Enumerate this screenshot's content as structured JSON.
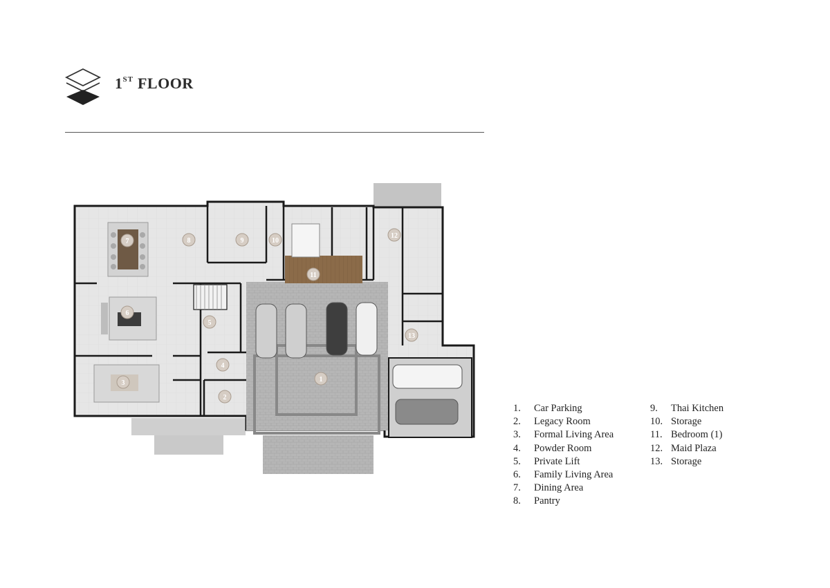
{
  "header": {
    "floor_number": "1",
    "floor_suffix": "ST",
    "floor_word": "FLOOR",
    "icon": "layers-icon"
  },
  "plan": {
    "markers": [
      "1",
      "2",
      "3",
      "4",
      "5",
      "6",
      "7",
      "8",
      "9",
      "10",
      "11",
      "12",
      "13"
    ]
  },
  "legend": {
    "column_1": [
      {
        "num": "1.",
        "label": "Car Parking"
      },
      {
        "num": "2.",
        "label": "Legacy Room"
      },
      {
        "num": "3.",
        "label": "Formal Living Area"
      },
      {
        "num": "4.",
        "label": "Powder Room"
      },
      {
        "num": "5.",
        "label": "Private Lift"
      },
      {
        "num": "6.",
        "label": "Family Living Area"
      },
      {
        "num": "7.",
        "label": "Dining Area"
      },
      {
        "num": "8.",
        "label": "Pantry"
      }
    ],
    "column_2": [
      {
        "num": "9.",
        "label": "Thai Kitchen"
      },
      {
        "num": "10.",
        "label": "Storage"
      },
      {
        "num": "11.",
        "label": "Bedroom (1)"
      },
      {
        "num": "12.",
        "label": "Maid Plaza"
      },
      {
        "num": "13.",
        "label": "Storage"
      }
    ]
  },
  "colors": {
    "floor": "#e9e9e9",
    "paving": "#b4b4b4",
    "wall": "#1a1a1a",
    "wood": "#8a6a48",
    "marker": "#d6cdc4"
  }
}
